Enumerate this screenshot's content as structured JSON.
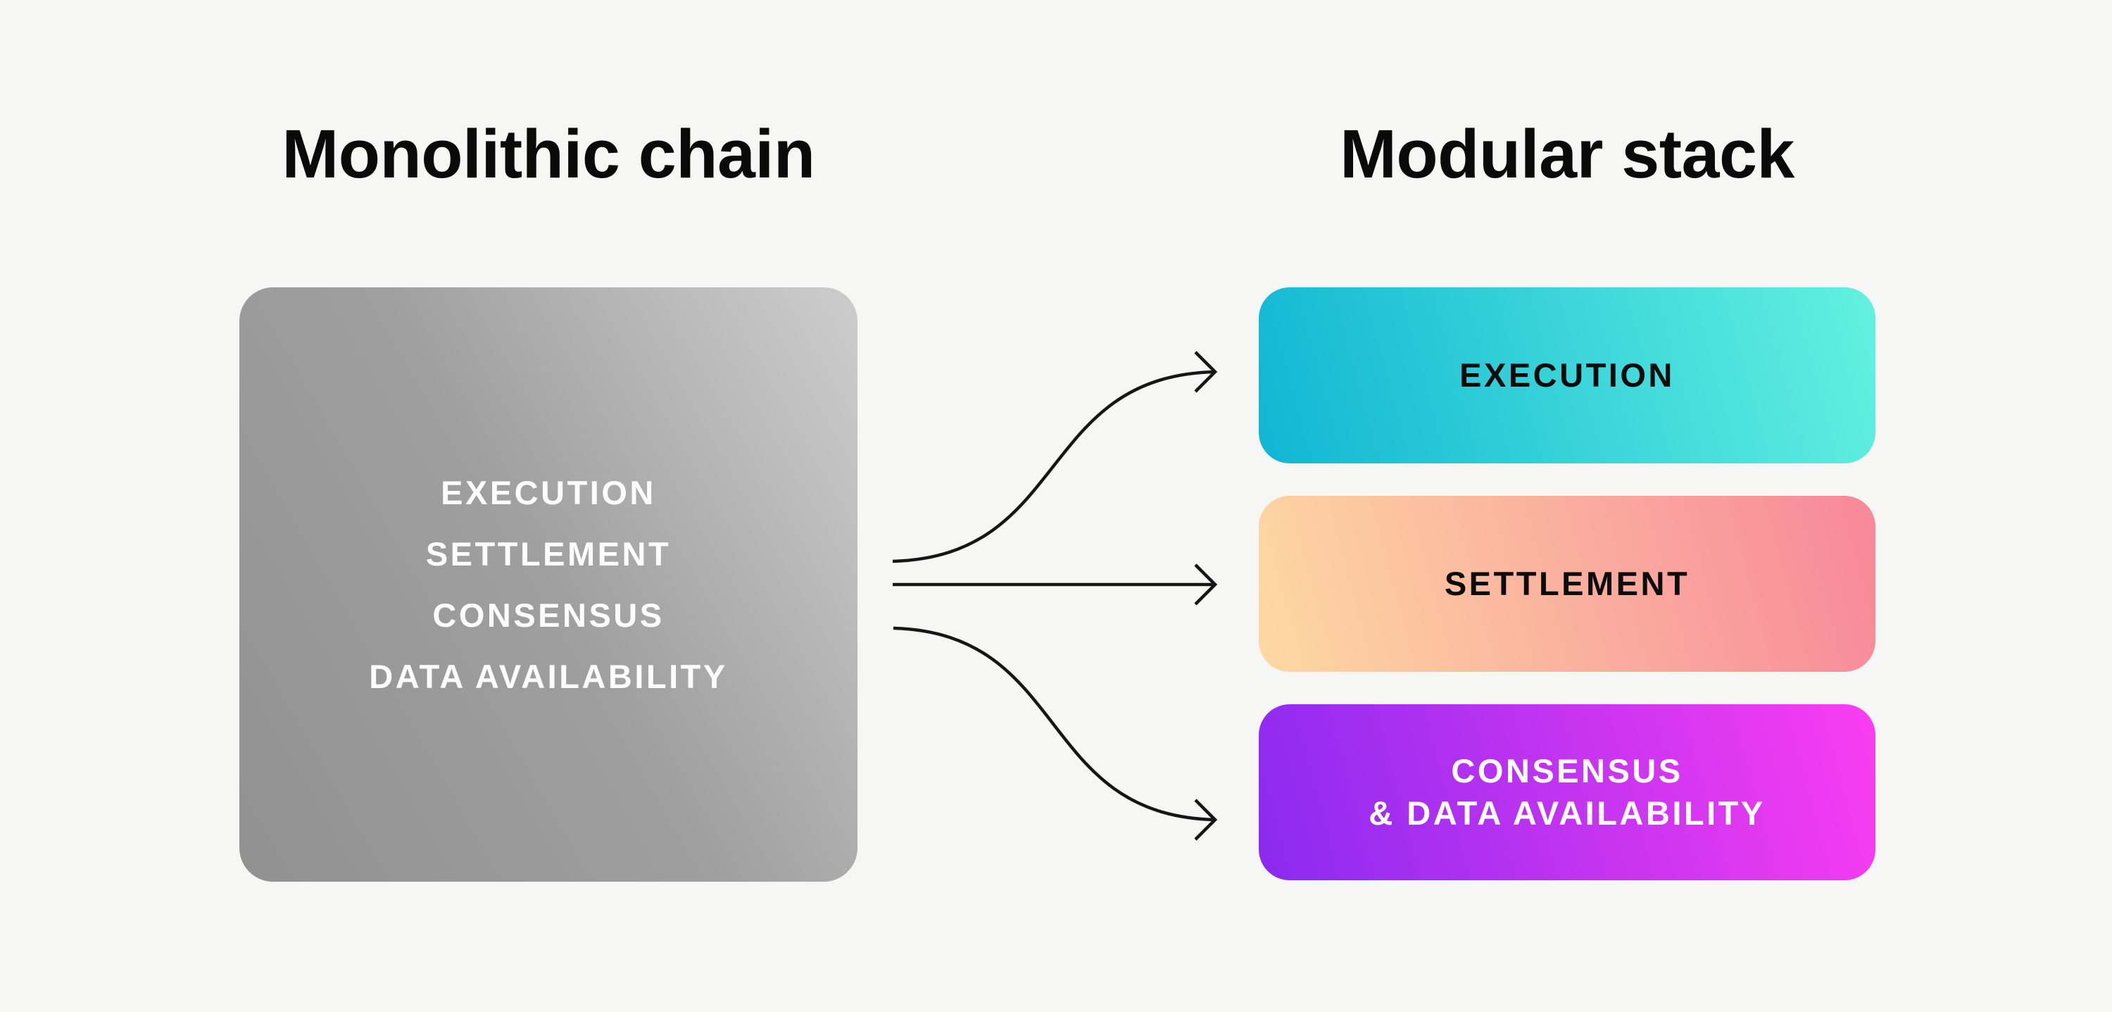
{
  "page": {
    "background": "#f6f6f4",
    "title_color": "#0a0a0a"
  },
  "monolithic": {
    "title": "Monolithic chain",
    "box": {
      "lines": [
        "EXECUTION",
        "SETTLEMENT",
        "CONSENSUS",
        "DATA AVAILABILITY"
      ],
      "text_color": "#fcfcfc",
      "gradient": {
        "angle": 60,
        "stops": [
          "#919191 0%",
          "#9f9f9f 50%",
          "#cdcdcd 100%"
        ]
      }
    }
  },
  "modular": {
    "title": "Modular stack",
    "boxes": [
      {
        "name": "execution",
        "lines": [
          "EXECUTION"
        ],
        "text_color": "#0c0c0c",
        "gradient": {
          "angle": 75,
          "stops": [
            "#10b6d3 0%",
            "#63f1e0 100%"
          ]
        }
      },
      {
        "name": "settlement",
        "lines": [
          "SETTLEMENT"
        ],
        "text_color": "#0c0c0c",
        "gradient": {
          "angle": 75,
          "stops": [
            "#fdd9a2 0%",
            "#f8879a 100%"
          ]
        }
      },
      {
        "name": "consensus-and-data-availability",
        "lines": [
          "CONSENSUS",
          "& DATA AVAILABILITY"
        ],
        "text_color": "#ffffff",
        "gradient": {
          "angle": 75,
          "stops": [
            "#8a2af0 0%",
            "#fa3df1 100%"
          ]
        }
      }
    ]
  },
  "arrows": {
    "color": "#161616",
    "head_style": "open-chevron"
  }
}
